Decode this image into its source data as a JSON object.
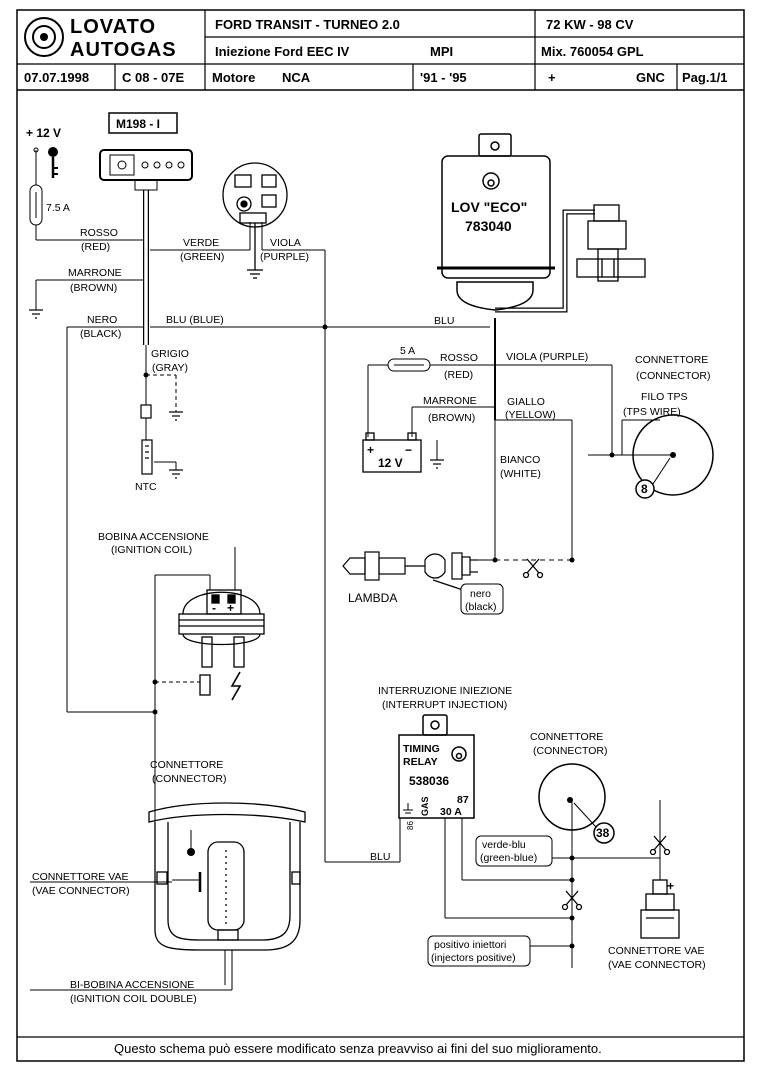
{
  "header": {
    "brand_top": "LOVATO",
    "brand_bottom": "AUTOGAS",
    "vehicle": "FORD  TRANSIT - TURNEO  2.0",
    "power": "72 KW - 98 CV",
    "injection_label": "Iniezione  Ford  EEC IV",
    "injection_type": "MPI",
    "mix": "Mix. 760054  GPL",
    "date": "07.07.1998",
    "code": "C 08 - 07E",
    "engine_label": "Motore",
    "engine": "NCA",
    "years": "'91 - '95",
    "plus": "+",
    "fuel": "GNC",
    "page": "Pag.1/1"
  },
  "labels": {
    "plus12": "+ 12 V",
    "fuse_top": "7.5 A",
    "switch_model": "M198 - I",
    "rosso_red_1": "ROSSO",
    "rosso_red_1b": "(RED)",
    "marrone_1": "MARRONE",
    "marrone_1b": "(BROWN)",
    "nero_1": "NERO",
    "nero_1b": "(BLACK)",
    "verde": "VERDE",
    "verde_b": "(GREEN)",
    "viola": "VIOLA",
    "viola_b": "(PURPLE)",
    "blu_blue": "BLU  (BLUE)",
    "blu_right": "BLU",
    "grigio": "GRIGIO",
    "grigio_b": "(GRAY)",
    "ntc": "NTC",
    "ecu_line1": "LOV \"ECO\"",
    "ecu_line2": "783040",
    "fuse_5a": "5 A",
    "rosso_2": "ROSSO",
    "rosso_2b": "(RED)",
    "viola_purple": "VIOLA (PURPLE)",
    "marrone_2": "MARRONE",
    "marrone_2b": "(BROWN)",
    "giallo": "GIALLO",
    "giallo_b": "(YELLOW)",
    "battery": "12 V",
    "bat_plus": "+",
    "bat_minus": "−",
    "bianco": "BIANCO",
    "bianco_b": "(WHITE)",
    "connettore_tps": "CONNETTORE",
    "connettore_tps_b": "(CONNECTOR)",
    "filo_tps": "FILO TPS",
    "filo_tps_b": "(TPS WIRE)",
    "ref_8": "8",
    "lambda": "LAMBDA",
    "nero_black": "nero",
    "nero_black_b": "(black)",
    "bobina": "BOBINA ACCENSIONE",
    "bobina_b": "(IGNITION COIL)",
    "interruzione": "INTERRUZIONE INIEZIONE",
    "interruzione_b": "(INTERRUPT INJECTION)",
    "relay_1": "TIMING",
    "relay_2": "RELAY",
    "relay_code": "538036",
    "relay_gas": "GAS",
    "relay_87": "87",
    "relay_30": "30 A",
    "relay_86": "86",
    "connettore_2": "CONNETTORE",
    "connettore_2b": "(CONNECTOR)",
    "ref_38": "38",
    "verde_blu": "verde-blu",
    "verde_blu_b": "(green-blue)",
    "positivo": "positivo iniettori",
    "positivo_b": "(injectors positive)",
    "connettore_vae_r": "CONNETTORE VAE",
    "connettore_vae_rb": "(VAE CONNECTOR)",
    "connettore_3": "CONNETTORE",
    "connettore_3b": "(CONNECTOR)",
    "connettore_vae_l": "CONNETTORE VAE",
    "connettore_vae_lb": "(VAE CONNECTOR)",
    "blu_bottom": "BLU",
    "bibobina": "BI-BOBINA ACCENSIONE",
    "bibobina_b": "(IGNITION COIL DOUBLE)",
    "coil_minus": "-",
    "coil_plus": "+",
    "vae_plus": "+"
  },
  "footer": {
    "note": "Questo schema può essere modificato senza preavviso ai fini del suo miglioramento."
  }
}
